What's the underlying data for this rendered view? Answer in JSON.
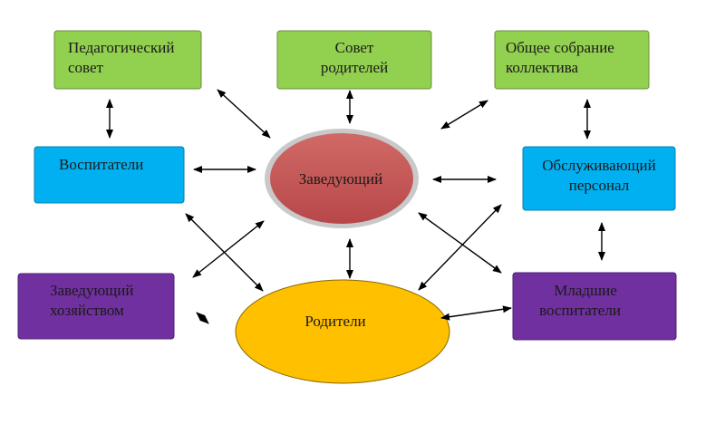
{
  "colors": {
    "green": "#92d050",
    "blue": "#00b0f0",
    "purple": "#7030a0",
    "red": "#c0504d",
    "yellow": "#ffc000",
    "arrow": "#000000",
    "text": "#1a1a1a"
  },
  "nodes": {
    "ped_council": {
      "line1": "Педагогический",
      "line2": "совет"
    },
    "parents_council": {
      "line1": "Совет",
      "line2": "родителей"
    },
    "staff_meeting": {
      "line1": "Общее собрание",
      "line2": "коллектива"
    },
    "educators": {
      "line1": "Воспитатели"
    },
    "service_staff": {
      "line1": "Обслуживающий",
      "line2": "персонал"
    },
    "head": {
      "line1": "Заведующий"
    },
    "supply_head": {
      "line1": "Заведующий",
      "line2": "хозяйством"
    },
    "junior_educators": {
      "line1": "Младшие",
      "line2": "воспитатели"
    },
    "parents": {
      "line1": "Родители"
    }
  }
}
